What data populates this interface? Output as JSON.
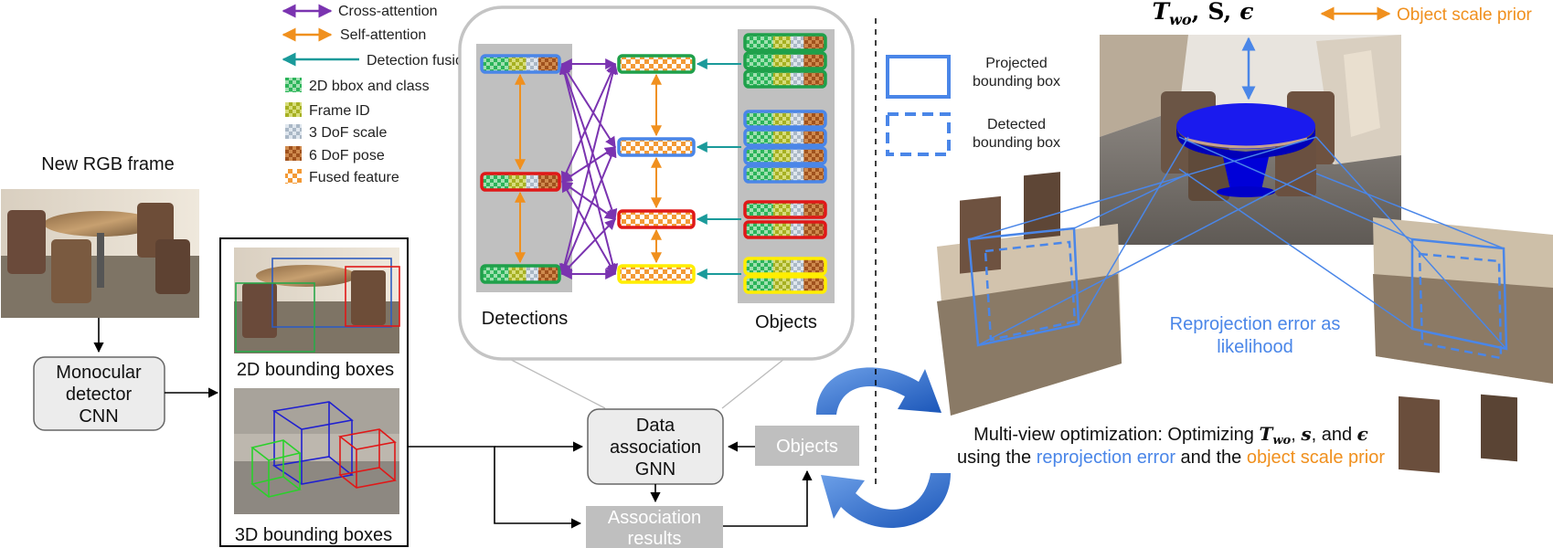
{
  "legend": {
    "cross_attention": "Cross-attention",
    "self_attention": "Self-attention",
    "detection_fusion": "Detection fusion",
    "bbox_class": "2D bbox and class",
    "frame_id": "Frame ID",
    "dof_scale": "3 DoF scale",
    "dof_pose": "6 DoF pose",
    "fused_feature": "Fused feature"
  },
  "frontend": {
    "new_frame": "New RGB frame",
    "detector_lines": [
      "Monocular",
      "detector",
      "CNN"
    ],
    "boxes_2d": "2D bounding boxes",
    "boxes_3d": "3D bounding boxes"
  },
  "gnn": {
    "label_lines": [
      "Data",
      "association",
      "GNN"
    ],
    "objects": "Objects",
    "results_lines": [
      "Association",
      "results"
    ],
    "detections_col": "Detections",
    "objects_col": "Objects"
  },
  "optimization": {
    "head_T": "T",
    "head_T_sub": "wo",
    "head_sep1": ",",
    "head_S": "S",
    "head_sep2": ",",
    "head_eps": "ϵ",
    "scale_prior": "Object scale prior",
    "projected": [
      "Projected",
      "bounding box"
    ],
    "detected": [
      "Detected",
      "bounding box"
    ],
    "reproj_lines": [
      "Reprojection error as",
      "likelihood"
    ],
    "line1_pre": "Multi-view optimization: Optimizing ",
    "line1_T": "T",
    "line1_T_sub": "wo",
    "line1_comma": ", ",
    "line1_s": "s",
    "line1_and": ", and ",
    "line1_eps": "ϵ",
    "line2_pre": "using the ",
    "line2_reproj": "reprojection error",
    "line2_mid": " and the ",
    "line2_prior": "object scale prior"
  },
  "colors": {
    "purple": "#7a33b0",
    "orange": "#f0901e",
    "teal": "#1a9a9a",
    "blue": "#4a86e8",
    "red": "#e01818",
    "green": "#1fa04a",
    "yellow": "#ffee00",
    "gray_panel": "#c0c0c0"
  }
}
